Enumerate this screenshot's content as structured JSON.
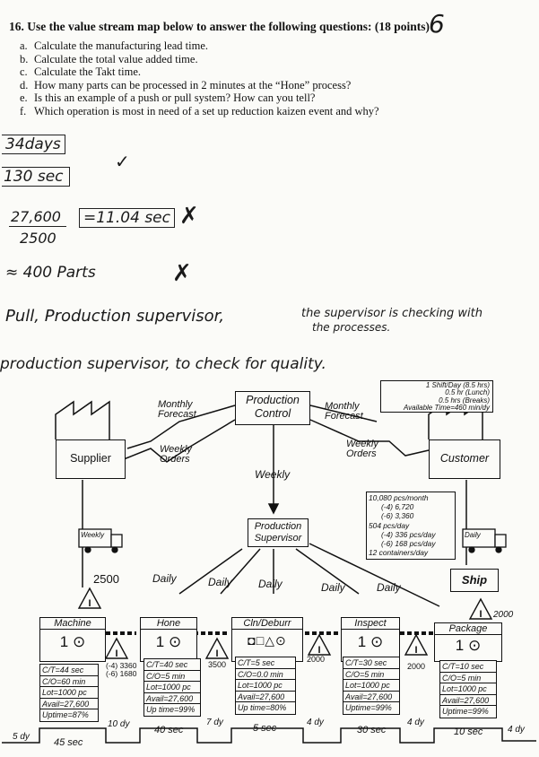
{
  "question": {
    "title": "16. Use the value stream map below to answer the following questions: (18 points)",
    "score": "6",
    "items": [
      {
        "letter": "a.",
        "text": "Calculate the manufacturing lead time."
      },
      {
        "letter": "b.",
        "text": "Calculate the total value added time."
      },
      {
        "letter": "c.",
        "text": "Calculate the Takt time."
      },
      {
        "letter": "d.",
        "text": "How many parts can be processed in 2 minutes at the “Hone” process?"
      },
      {
        "letter": "e.",
        "text": "Is this an example of a push or pull system? How can you tell?"
      },
      {
        "letter": "f.",
        "text": "Which operation is most in need of a set up reduction kaizen event and why?"
      }
    ]
  },
  "answers": {
    "a": "34days",
    "b": "130 sec",
    "c_num": "27,600",
    "c_den": "2500",
    "c_result": "=11.04 sec",
    "d": "≈ 400 Parts",
    "e_1": "Pull, Production supervisor,",
    "e_2": "the supervisor is checking with",
    "e_3": "the processes.",
    "f": "production supervisor, to check for quality."
  },
  "vsm": {
    "production_control": "Production Control",
    "supplier": "Supplier",
    "customer": "Customer",
    "monthly_forecast_left": "Monthly Forecast",
    "monthly_forecast_right": "Monthly Forecast",
    "weekly_orders_left": "Weekly Orders",
    "weekly_orders_right": "Weekly Orders",
    "weekly_center": "Weekly",
    "production_supervisor": "Production Supervisor",
    "weekly_truck": "Weekly",
    "daily_truck": "Daily",
    "shift_info": [
      "1 Shift/Day (8.5 hrs)",
      "0.5 hr (Lunch)",
      "0.5 hrs (Breaks)",
      "Available Time=460 min/dy"
    ],
    "demand_info": [
      "10,080 pcs/month",
      "(-4) 6,720",
      "(-6) 3,360",
      "504 pcs/day",
      "(-4) 336 pcs/day",
      "(-6) 168 pcs/day",
      "12 containers/day"
    ],
    "daily_labels": [
      "Daily",
      "Daily",
      "Daily",
      "Daily",
      "Daily"
    ],
    "ship": "Ship",
    "inv_supplier": "2500",
    "inv_ship": "2000",
    "inv_hone": "(-4) 3360\n(-6) 1680",
    "inv_hone_1": "(-4) 3360",
    "inv_hone_2": "(-6) 1680",
    "inv_cln": "3500",
    "inv_inspect": "2000",
    "inv_package": "2000",
    "processes": [
      {
        "name": "Machine",
        "operators": "1",
        "data": [
          "C/T=44 sec",
          "C/O=60 min",
          "Lot=1000 pc",
          "Avail=27,600",
          "Uptime=87%"
        ]
      },
      {
        "name": "Hone",
        "operators": "1",
        "data": [
          "C/T=40 sec",
          "C/O=5 min",
          "Lot=1000 pc",
          "Avail=27,600",
          "Up time=99%"
        ]
      },
      {
        "name": "Cln/Deburr",
        "operators": "",
        "data": [
          "C/T=5 sec",
          "C/O=0.0 min",
          "Lot=1000 pc",
          "Avail=27,600",
          "Up time=80%"
        ]
      },
      {
        "name": "Inspect",
        "operators": "1",
        "data": [
          "C/T=30 sec",
          "C/O=5 min",
          "Lot=1000 pc",
          "Avail=27,600",
          "Uptime=99%"
        ]
      },
      {
        "name": "Package",
        "operators": "1",
        "data": [
          "C/T=10 sec",
          "C/O=5 min",
          "Lot=1000 pc",
          "Avail=27,600",
          "Uptime=99%"
        ]
      }
    ],
    "timeline_days": [
      "5 dy",
      "10 dy",
      "7 dy",
      "4 dy",
      "4 dy",
      "4 dy"
    ],
    "timeline_secs": [
      "45 sec",
      "40 sec",
      "5 sec",
      "30 sec",
      "10 sec"
    ]
  }
}
